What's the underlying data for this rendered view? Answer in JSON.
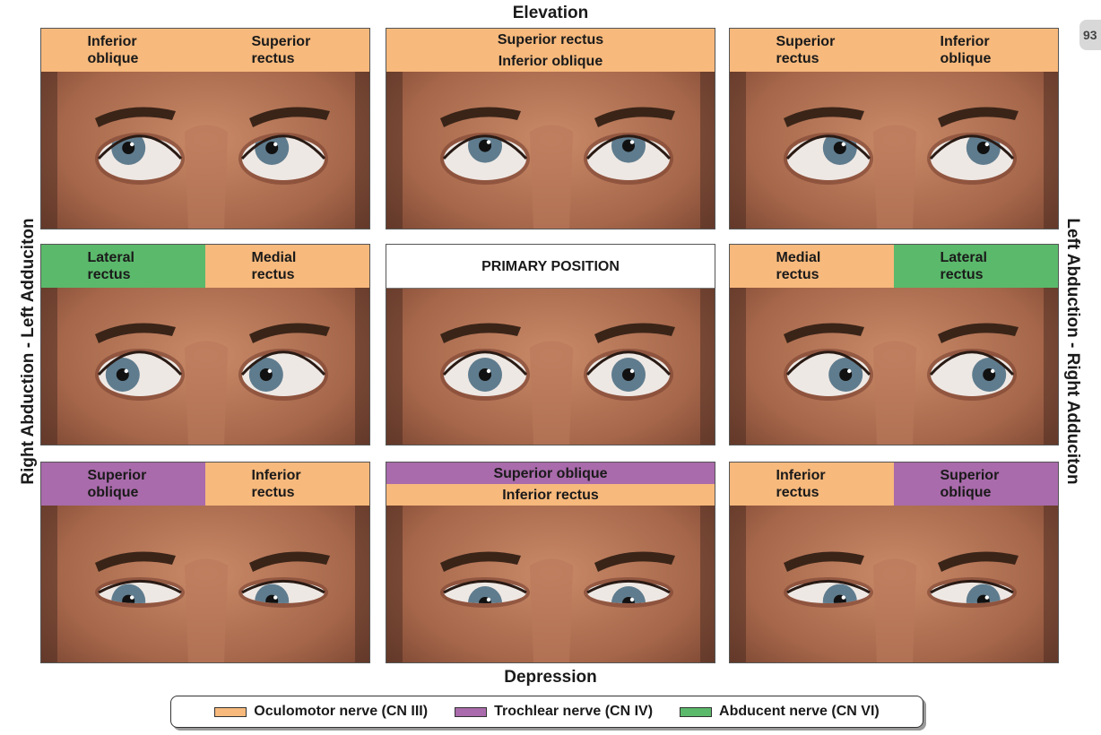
{
  "labels": {
    "top": "Elevation",
    "bottom": "Depression",
    "left": "Right Abduction - Left Adduciton",
    "right": "Left Abduction - Right Adduciton",
    "page_number": "93"
  },
  "colors": {
    "oculomotor": "#f7b97c",
    "trochlear": "#a96bab",
    "abducent": "#5bb96b",
    "primary": "#ffffff"
  },
  "panels": [
    {
      "id": "top-left",
      "layout": "split",
      "segments": [
        {
          "text": "Inferior oblique",
          "nerve": "oculomotor"
        },
        {
          "text": "Superior rectus",
          "nerve": "oculomotor"
        }
      ],
      "gaze": {
        "right": [
          -4,
          -5
        ],
        "left": [
          -4,
          -5
        ]
      }
    },
    {
      "id": "top-center",
      "layout": "stack",
      "segments": [
        {
          "text": "Superior rectus",
          "nerve": "oculomotor"
        },
        {
          "text": "Inferior oblique",
          "nerve": "oculomotor"
        }
      ],
      "gaze": {
        "right": [
          0,
          -6
        ],
        "left": [
          0,
          -6
        ]
      }
    },
    {
      "id": "top-right",
      "layout": "split",
      "segments": [
        {
          "text": "Superior rectus",
          "nerve": "oculomotor"
        },
        {
          "text": "Inferior oblique",
          "nerve": "oculomotor"
        }
      ],
      "gaze": {
        "right": [
          4,
          -5
        ],
        "left": [
          4,
          -5
        ]
      }
    },
    {
      "id": "middle-left",
      "layout": "split",
      "segments": [
        {
          "text": "Lateral rectus",
          "nerve": "abducent"
        },
        {
          "text": "Medial rectus",
          "nerve": "oculomotor"
        }
      ],
      "gaze": {
        "right": [
          -6,
          0
        ],
        "left": [
          -6,
          0
        ]
      }
    },
    {
      "id": "middle-center",
      "layout": "single",
      "segments": [
        {
          "text": "PRIMARY POSITION",
          "nerve": "primary"
        }
      ],
      "gaze": {
        "right": [
          0,
          0
        ],
        "left": [
          0,
          0
        ]
      }
    },
    {
      "id": "middle-right",
      "layout": "split",
      "segments": [
        {
          "text": "Medial rectus",
          "nerve": "oculomotor"
        },
        {
          "text": "Lateral rectus",
          "nerve": "abducent"
        }
      ],
      "gaze": {
        "right": [
          6,
          0
        ],
        "left": [
          6,
          0
        ]
      }
    },
    {
      "id": "bottom-left",
      "layout": "split",
      "segments": [
        {
          "text": "Superior oblique",
          "nerve": "trochlear"
        },
        {
          "text": "Inferior rectus",
          "nerve": "oculomotor"
        }
      ],
      "gaze": {
        "right": [
          -4,
          4
        ],
        "left": [
          -4,
          4
        ]
      }
    },
    {
      "id": "bottom-center",
      "layout": "stack",
      "segments": [
        {
          "text": "Superior oblique",
          "nerve": "trochlear"
        },
        {
          "text": "Inferior rectus",
          "nerve": "oculomotor"
        }
      ],
      "gaze": {
        "right": [
          0,
          5
        ],
        "left": [
          0,
          5
        ]
      }
    },
    {
      "id": "bottom-right",
      "layout": "split",
      "segments": [
        {
          "text": "Inferior rectus",
          "nerve": "oculomotor"
        },
        {
          "text": "Superior oblique",
          "nerve": "trochlear"
        }
      ],
      "gaze": {
        "right": [
          4,
          4
        ],
        "left": [
          4,
          4
        ]
      }
    }
  ],
  "legend": [
    {
      "label": "Oculomotor nerve (CN III)",
      "nerve": "oculomotor"
    },
    {
      "label": "Trochlear nerve (CN IV)",
      "nerve": "trochlear"
    },
    {
      "label": "Abducent nerve (CN VI)",
      "nerve": "abducent"
    }
  ]
}
